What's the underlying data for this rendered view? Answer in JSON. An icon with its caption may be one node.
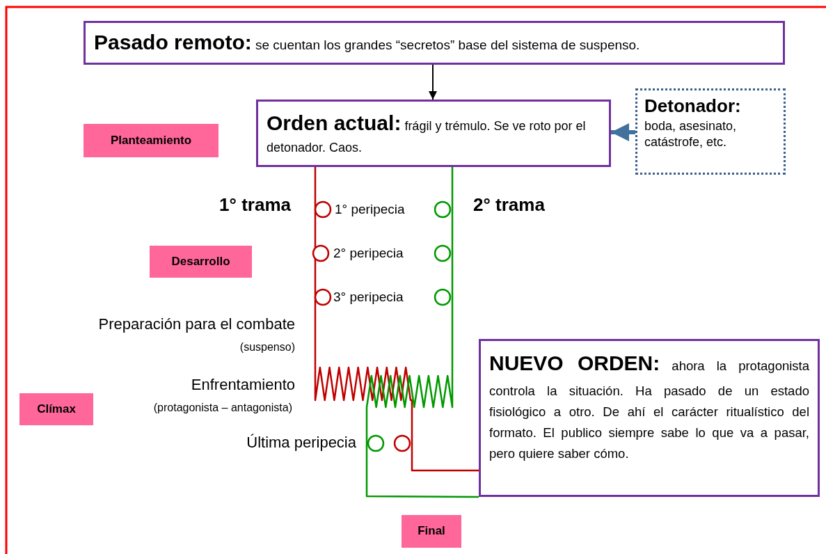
{
  "diagram": {
    "nodes": [
      {
        "text": [
          "**Pasado remoto:** se cuentan los grandes “secretos” base del sistema de suspenso."
        ]
      },
      {
        "text": [
          "**Orden actual:** frágil y trémulo. Se ve roto por el detonador. Caos."
        ]
      },
      {
        "text": [
          "Detonador:",
          "boda, asesinato, catástrofe, etc."
        ]
      },
      {
        "text": [
          "**NUEVO ORDEN:** ahora la protagonista controla la situación. Ha pasado de un estado fisiológico a otro. De ahí el carácter ritualístico del formato. El publico siempre sabe lo que va a pasar, pero quiere saber cómo."
        ]
      },
      {
        "text": [
          "Planteamiento"
        ]
      },
      {
        "text": [
          "Desarrollo"
        ]
      },
      {
        "text": [
          "Clímax"
        ]
      },
      {
        "text": [
          "Final"
        ]
      }
    ],
    "edges": [
      {
        "from": 0,
        "to": 1,
        "arrow": "to"
      },
      {
        "from": 2,
        "to": 1,
        "arrow": "to",
        "style": "thick",
        "color": "#41719c"
      },
      {
        "from": 1,
        "to": 3,
        "arrow": "none",
        "color": "#c00000"
      },
      {
        "from": 1,
        "to": 3,
        "arrow": "none",
        "color": "#009900"
      }
    ],
    "labels": [
      "1° trama",
      "1° peripecia",
      "2° trama",
      "2° peripecia",
      "3° peripecia",
      "Preparación para el combate",
      "(suspenso)",
      "Enfrentamiento",
      "(protagonista – antagonista)",
      "Última peripecia"
    ]
  }
}
